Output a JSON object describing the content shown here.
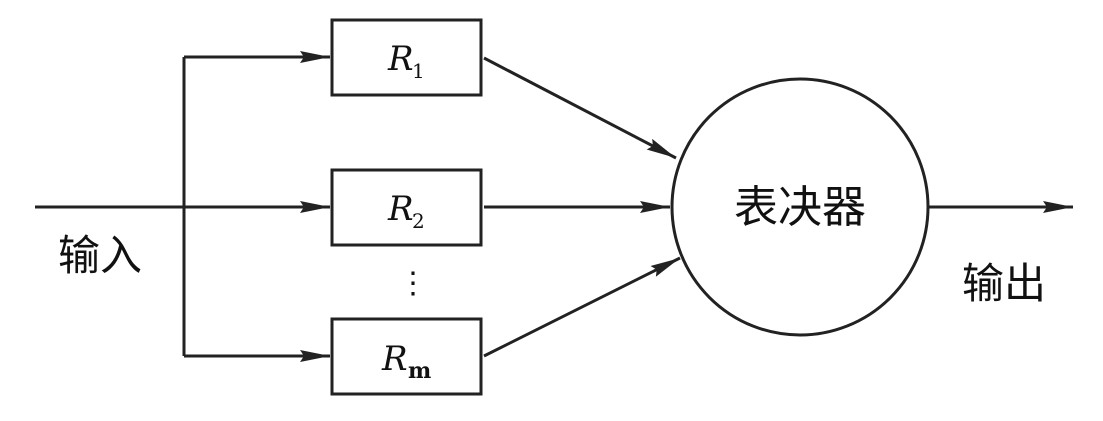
{
  "diagram": {
    "title": "",
    "input_label": "输入",
    "output_label": "输出",
    "voter_label": "表决器",
    "modules": [
      {
        "main": "R",
        "sub": "1"
      },
      {
        "main": "R",
        "sub": "2"
      },
      {
        "main": "R",
        "sub": "m"
      }
    ],
    "ellipsis": "⋮"
  }
}
